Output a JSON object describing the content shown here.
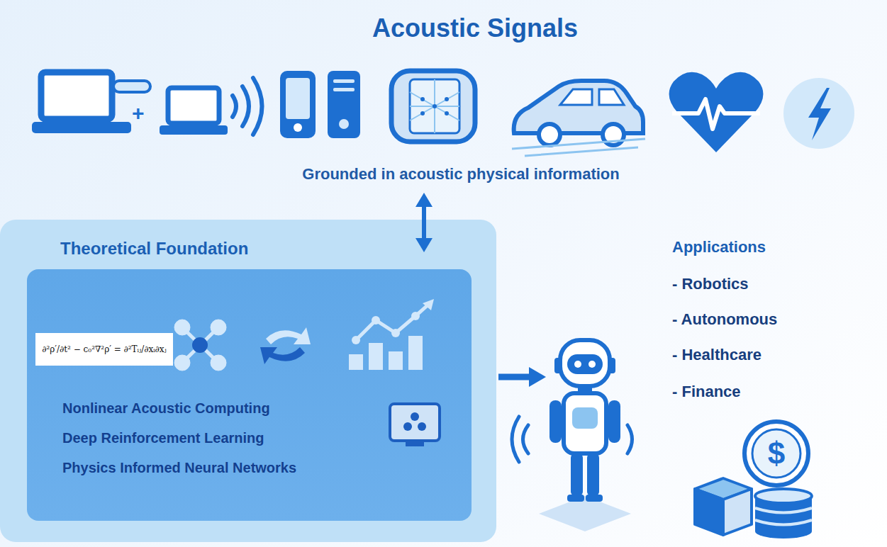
{
  "diagram": {
    "title": "Acoustic Signals",
    "nodes": [
      {
        "text": [
          "Theoretical Foundation"
        ]
      },
      {
        "text": [
          "Nonlinear Acoustic Computing",
          "Deep Reinforcement Learning",
          "Physics Informed Neural Networks"
        ],
        "in": 0
      },
      {
        "text": [
          "∂²ρ′/∂t² − c₀²∇²ρ′ = ∂²Tᵢⱼ/∂xᵢ∂xⱼ"
        ],
        "in": 1
      }
    ],
    "labels": [
      "Grounded in acoustic physical information",
      "+",
      "Applications",
      "- Robotics",
      "- Autonomous",
      "- Healthcare",
      "- Finance",
      "$"
    ]
  }
}
